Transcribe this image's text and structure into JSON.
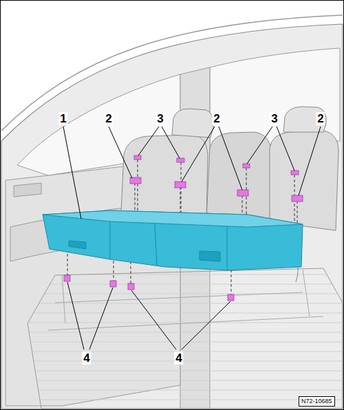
{
  "diagram": {
    "labels": [
      "1",
      "2",
      "3",
      "2",
      "3",
      "2",
      "4",
      "4",
      "N72-10685"
    ]
  }
}
